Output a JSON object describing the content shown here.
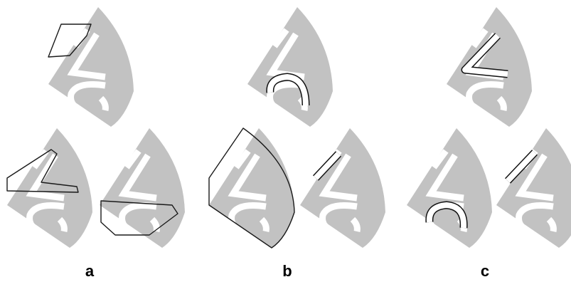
{
  "panel_labels": {
    "a": "a",
    "b": "b",
    "c": "c"
  },
  "colors": {
    "sector_fill": "#c2c2c2",
    "symbol_stroke": "#ffffff",
    "outline": "#1a1a1a",
    "background": "#ffffff"
  }
}
